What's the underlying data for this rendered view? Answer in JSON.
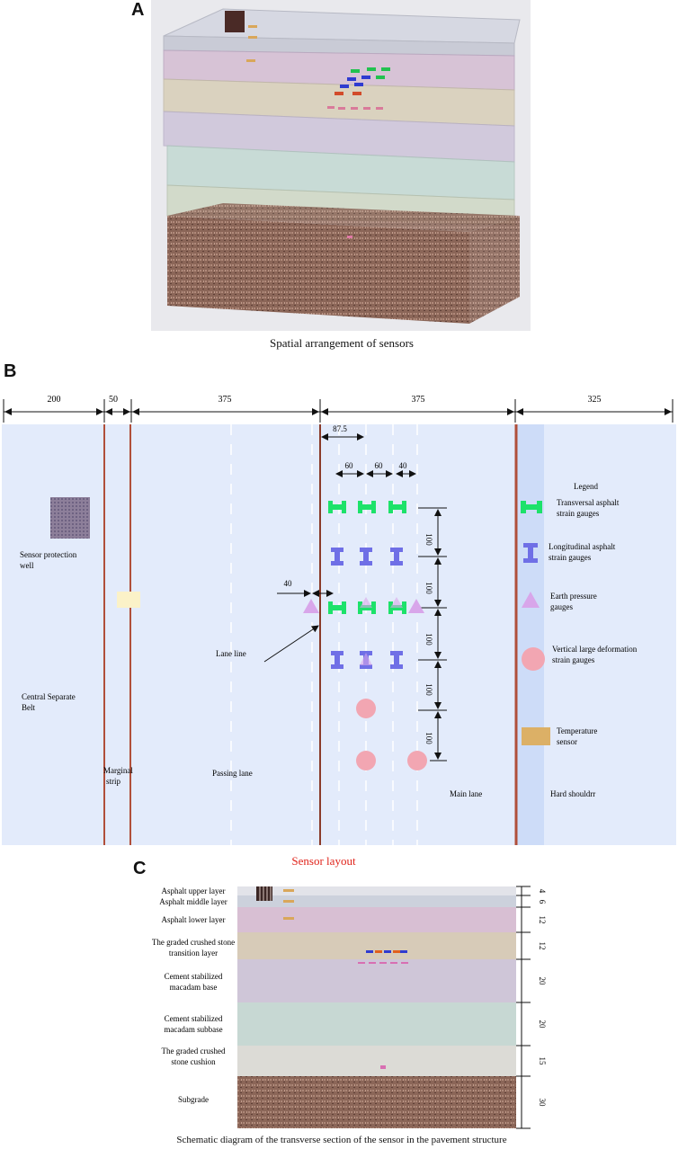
{
  "panel_a": {
    "letter": "A",
    "caption": "Spatial arrangement of sensors"
  },
  "panel_b": {
    "letter": "B",
    "caption": "Sensor layout",
    "caption_color": "#e0241b",
    "top_dimensions": [
      "200",
      "50",
      "375",
      "375",
      "325"
    ],
    "spacing_labels": {
      "offset": "87.5",
      "gap_1": "60",
      "gap_2": "60",
      "gap_3": "40",
      "side": "40"
    },
    "vertical_dimensions": [
      "100",
      "100",
      "100",
      "100",
      "100"
    ],
    "zone_labels": {
      "sensor_well": "Sensor protection well",
      "central_belt": "Central Separate Belt",
      "marginal_strip": "Marginal strip",
      "passing_lane": "Passing lane",
      "lane_line": "Lane line",
      "main_lane": "Main lane",
      "hard_shoulder": "Hard shouldrr"
    },
    "legend": {
      "title": "Legend",
      "items": [
        {
          "label": "Transversal asphalt strain gauges",
          "icon": "transversal-strain-gauge-icon",
          "color": "#1de26a"
        },
        {
          "label": "Longitudinal asphalt strain gauges",
          "icon": "longitudinal-strain-gauge-icon",
          "color": "#6f6fe6"
        },
        {
          "label": "Earth pressure gauges",
          "icon": "earth-pressure-gauge-icon",
          "color": "#d8a6ea"
        },
        {
          "label": "Vertical large deformation strain gauges",
          "icon": "vertical-deformation-gauge-icon",
          "color": "#f2a6b2"
        },
        {
          "label": "Temperature sensor",
          "icon": "temperature-sensor-icon",
          "color": "#dcb066"
        }
      ]
    },
    "colors": {
      "road": "#e3ebfb",
      "shoulder": "#cddcf8",
      "edge_line": "#b04f3a",
      "dimension_line": "#111111"
    }
  },
  "panel_c": {
    "letter": "C",
    "caption": "Schematic diagram of the transverse section of the sensor in the pavement structure",
    "layers": [
      {
        "name": "Asphalt upper layer",
        "thickness": "4",
        "color": "#e2e3e9"
      },
      {
        "name": "Asphalt middle layer",
        "thickness": "6",
        "color": "#ccd1dc"
      },
      {
        "name": "Asphalt lower layer",
        "thickness": "12",
        "color": "#d8bfd3"
      },
      {
        "name": "The graded crushed stone transition layer",
        "thickness": "12",
        "color": "#d7cbb8"
      },
      {
        "name": "Cement stabilized macadam base",
        "thickness": "20",
        "color": "#cfc6d8"
      },
      {
        "name": "Cement stabilized macadam subbase",
        "thickness": "20",
        "color": "#c7d8d3"
      },
      {
        "name": "The graded crushed stone cushion",
        "thickness": "15",
        "color": "#dcdbd6"
      },
      {
        "name": "Subgrade",
        "thickness": "30",
        "color": "#8f6a5a"
      }
    ]
  }
}
